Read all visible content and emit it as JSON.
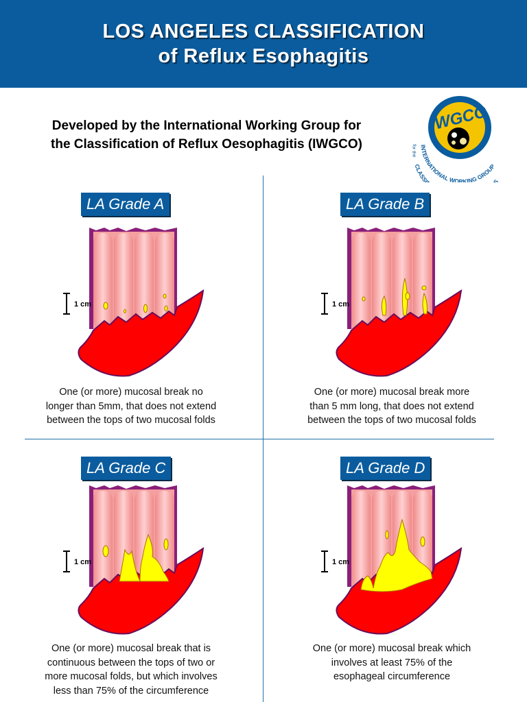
{
  "header": {
    "line1": "LOS ANGELES CLASSIFICATION",
    "line2": "of Reflux Esophagitis"
  },
  "intro": {
    "line1": "Developed by the International Working Group for",
    "line2": "the Classification of Reflux Oesophagitis (IWGCO)"
  },
  "logo": {
    "acronym": "IWGCO",
    "ring_line1": "INTERNATIONAL WORKING GROUP",
    "ring_for": "for the",
    "ring_line2": "CLASSIFICATION OF OESOPHAGITIS"
  },
  "scale_label": "1 cm",
  "colors": {
    "header_blue": "#0a5c9e",
    "mucosa_pink": "#f4a0a0",
    "stomach_red": "#ff0000",
    "lesion_yellow": "#ffff00",
    "outline_purple": "#8a1f7a"
  },
  "grades": [
    {
      "label": "LA Grade A",
      "description": [
        "One (or more) mucosal break no",
        "longer than 5mm, that does not extend",
        "between the tops of two mucosal folds"
      ]
    },
    {
      "label": "LA Grade B",
      "description": [
        "One (or more) mucosal break more",
        "than 5 mm long, that does not extend",
        "between the tops of two mucosal folds"
      ]
    },
    {
      "label": "LA Grade C",
      "description": [
        "One (or more) mucosal break that is",
        "continuous between the tops of two or",
        "more mucosal folds, but which involves",
        "less than 75% of the circumference"
      ]
    },
    {
      "label": "LA Grade D",
      "description": [
        "One (or more) mucosal break which",
        "involves at least 75% of the",
        "esophageal circumference"
      ]
    }
  ]
}
